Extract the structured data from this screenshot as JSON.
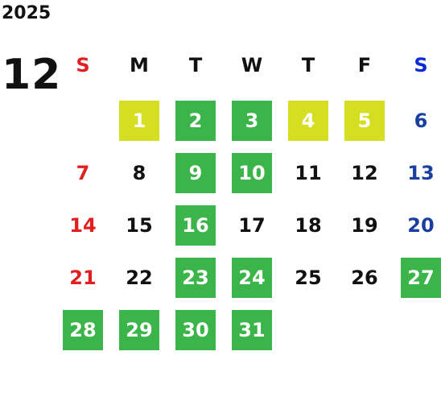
{
  "year": "2025",
  "month": "12",
  "weekdays": [
    "S",
    "M",
    "T",
    "W",
    "T",
    "F",
    "S"
  ],
  "colors": {
    "sunday": "#e02020",
    "saturday": "#1a3fa0",
    "saturday_header": "#0a2ad8",
    "weekday": "#111111",
    "green": "#3bb54a",
    "yellow": "#d6de22",
    "on_color_text": "#ffffff"
  },
  "days": [
    {
      "day": "1",
      "row": 0,
      "col": 1,
      "mark": "yellow"
    },
    {
      "day": "2",
      "row": 0,
      "col": 2,
      "mark": "green"
    },
    {
      "day": "3",
      "row": 0,
      "col": 3,
      "mark": "green"
    },
    {
      "day": "4",
      "row": 0,
      "col": 4,
      "mark": "yellow"
    },
    {
      "day": "5",
      "row": 0,
      "col": 5,
      "mark": "yellow"
    },
    {
      "day": "6",
      "row": 0,
      "col": 6,
      "mark": ""
    },
    {
      "day": "7",
      "row": 1,
      "col": 0,
      "mark": ""
    },
    {
      "day": "8",
      "row": 1,
      "col": 1,
      "mark": ""
    },
    {
      "day": "9",
      "row": 1,
      "col": 2,
      "mark": "green"
    },
    {
      "day": "10",
      "row": 1,
      "col": 3,
      "mark": "green"
    },
    {
      "day": "11",
      "row": 1,
      "col": 4,
      "mark": ""
    },
    {
      "day": "12",
      "row": 1,
      "col": 5,
      "mark": ""
    },
    {
      "day": "13",
      "row": 1,
      "col": 6,
      "mark": ""
    },
    {
      "day": "14",
      "row": 2,
      "col": 0,
      "mark": ""
    },
    {
      "day": "15",
      "row": 2,
      "col": 1,
      "mark": ""
    },
    {
      "day": "16",
      "row": 2,
      "col": 2,
      "mark": "green"
    },
    {
      "day": "17",
      "row": 2,
      "col": 3,
      "mark": ""
    },
    {
      "day": "18",
      "row": 2,
      "col": 4,
      "mark": ""
    },
    {
      "day": "19",
      "row": 2,
      "col": 5,
      "mark": ""
    },
    {
      "day": "20",
      "row": 2,
      "col": 6,
      "mark": ""
    },
    {
      "day": "21",
      "row": 3,
      "col": 0,
      "mark": ""
    },
    {
      "day": "22",
      "row": 3,
      "col": 1,
      "mark": ""
    },
    {
      "day": "23",
      "row": 3,
      "col": 2,
      "mark": "green"
    },
    {
      "day": "24",
      "row": 3,
      "col": 3,
      "mark": "green"
    },
    {
      "day": "25",
      "row": 3,
      "col": 4,
      "mark": ""
    },
    {
      "day": "26",
      "row": 3,
      "col": 5,
      "mark": ""
    },
    {
      "day": "27",
      "row": 3,
      "col": 6,
      "mark": "green"
    },
    {
      "day": "28",
      "row": 4,
      "col": 0,
      "mark": "green"
    },
    {
      "day": "29",
      "row": 4,
      "col": 1,
      "mark": "green"
    },
    {
      "day": "30",
      "row": 4,
      "col": 2,
      "mark": "green"
    },
    {
      "day": "31",
      "row": 4,
      "col": 3,
      "mark": "green"
    }
  ]
}
